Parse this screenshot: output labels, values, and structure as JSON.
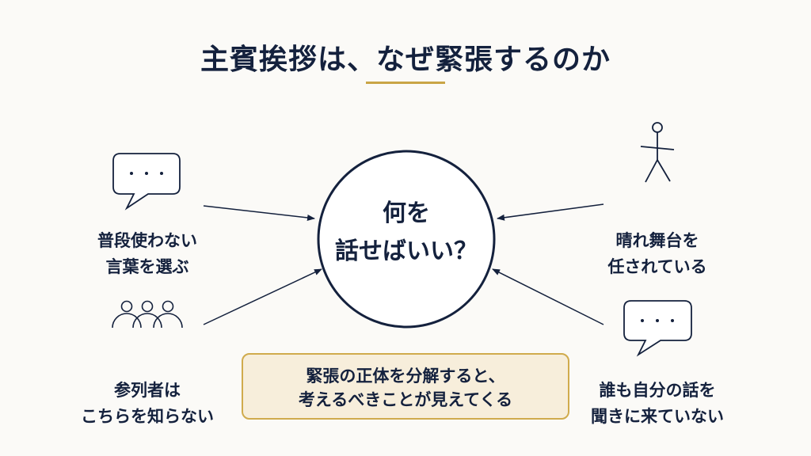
{
  "title": "主賓挨拶は、なぜ緊張するのか",
  "center": {
    "line1": "何を",
    "line2": "話せばいい？"
  },
  "causes": {
    "top_left": {
      "line1": "普段使わない",
      "line2": "言葉を選ぶ",
      "icon": "speech-bubble-icon"
    },
    "bottom_left": {
      "line1": "参列者は",
      "line2": "こちらを知らない",
      "icon": "people-group-icon"
    },
    "top_right": {
      "line1": "晴れ舞台を",
      "line2": "任されている",
      "icon": "person-icon"
    },
    "bottom_right": {
      "line1": "誰も自分の話を",
      "line2": "聞きに来ていない",
      "icon": "speech-bubble-icon"
    }
  },
  "note": {
    "line1": "緊張の正体を分解すると、",
    "line2": "考えるべきことが見えてくる"
  },
  "colors": {
    "navy": "#14213d",
    "gold": "#c9a546",
    "note_bg": "#f7eedb",
    "background": "#fbfaf7"
  }
}
